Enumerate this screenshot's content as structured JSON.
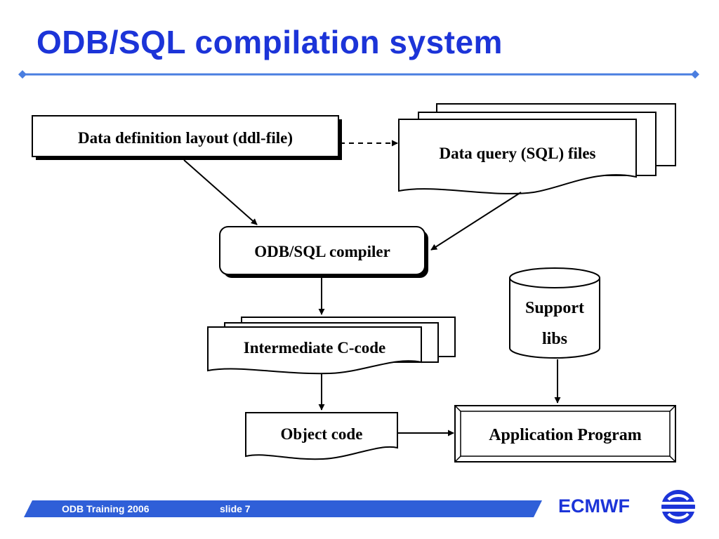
{
  "slide": {
    "title": "ODB/SQL compilation system"
  },
  "diagram": {
    "ddl_file": "Data definition layout (ddl-file)",
    "sql_files": "Data query (SQL) files",
    "compiler": "ODB/SQL compiler",
    "intermediate": "Intermediate C-code",
    "object_code": "Object code",
    "support_libs_line1": "Support",
    "support_libs_line2": "libs",
    "application": "Application Program"
  },
  "footer": {
    "course": "ODB Training 2006",
    "slide_number": "slide 7",
    "logo": "ECMWF"
  },
  "colors": {
    "accent": "#1c34d8",
    "rule": "#4a7ee0",
    "footer_band": "#2f5fd8"
  }
}
